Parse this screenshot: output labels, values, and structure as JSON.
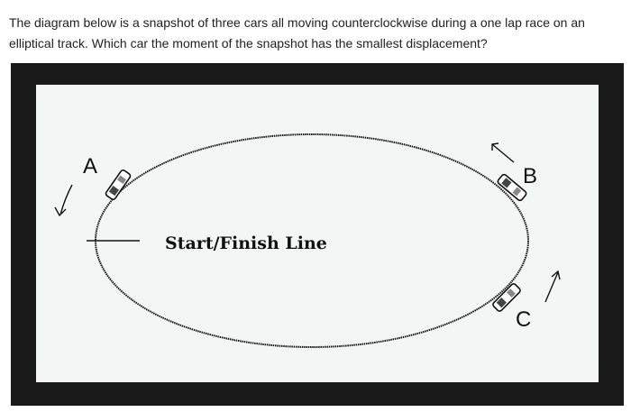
{
  "question": {
    "text": "The diagram below is a snapshot of three cars all moving counterclockwise during a one lap race on an elliptical track. Which car the moment of the snapshot has the smallest displacement?"
  },
  "diagram": {
    "start_finish_label": "Start/Finish Line",
    "cars": [
      {
        "label": "A"
      },
      {
        "label": "B"
      },
      {
        "label": "C"
      }
    ]
  }
}
